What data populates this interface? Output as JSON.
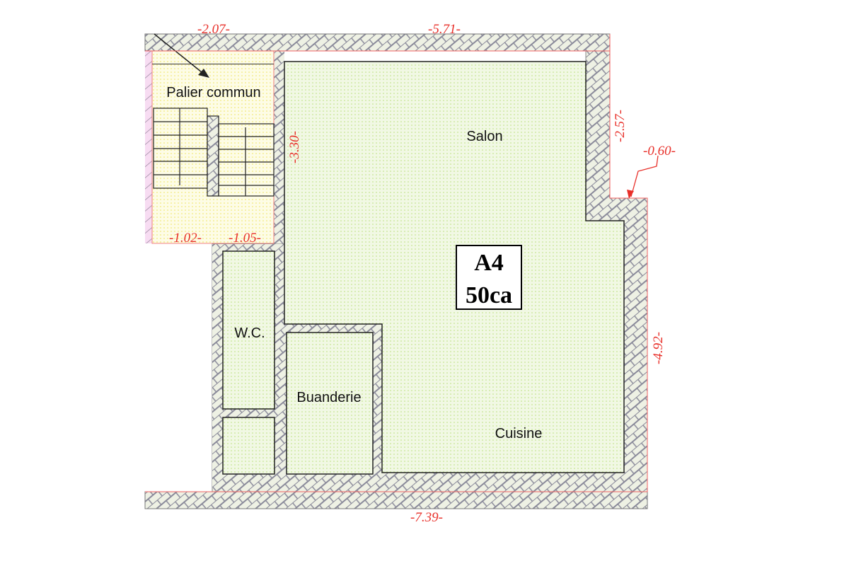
{
  "plan": {
    "unit_label": {
      "line1": "A4",
      "line2": "50ca"
    },
    "rooms": {
      "palier": "Palier commun",
      "salon": "Salon",
      "wc": "W.C.",
      "buanderie": "Buanderie",
      "cuisine": "Cuisine"
    },
    "dimensions": {
      "top_left": "-2.07-",
      "top_right": "-5.71-",
      "right_upper": "-2.57-",
      "step": "-0.60-",
      "right_lower": "-4.92-",
      "bottom": "-7.39-",
      "stair_wall": "-3.30-",
      "palier_left": "-1.02-",
      "palier_right": "-1.05-"
    },
    "colors": {
      "wall_fill": "#e9eddf",
      "wall_line": "#8a8a9a",
      "room_fill": "#eef7de",
      "palier_fill": "#fdfbd9",
      "dimension": "#e8302a"
    }
  }
}
